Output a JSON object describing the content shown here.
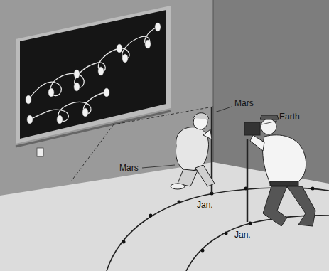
{
  "diagram": {
    "labels": [
      "Mars",
      "Earth",
      "Mars",
      "Jan.",
      "Jan."
    ]
  }
}
